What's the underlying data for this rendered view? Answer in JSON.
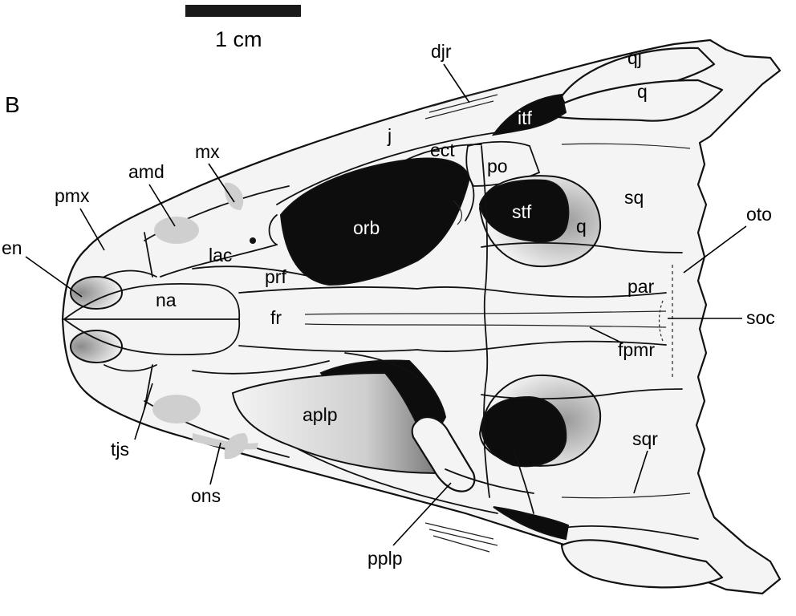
{
  "panel_letter": "B",
  "scale_bar": {
    "label": "1 cm"
  },
  "labels": {
    "djr": "djr",
    "qj": "qj",
    "q_top": "q",
    "itf": "itf",
    "j": "j",
    "ect": "ect",
    "po": "po",
    "sq": "sq",
    "mx": "mx",
    "amd": "amd",
    "pmx": "pmx",
    "orb": "orb",
    "stf": "stf",
    "q_mid": "q",
    "oto": "oto",
    "en": "en",
    "lac": "lac",
    "prf": "prf",
    "par": "par",
    "na": "na",
    "fr": "fr",
    "soc": "soc",
    "fpmr": "fpmr",
    "aplp": "aplp",
    "sqr": "sqr",
    "tjs": "tjs",
    "ons": "ons",
    "pplp": "pplp"
  },
  "colors": {
    "bone_fill": "#f4f4f4",
    "outline": "#111111",
    "opening": "#0d0d0d",
    "stipple": "#cfcfcf"
  }
}
